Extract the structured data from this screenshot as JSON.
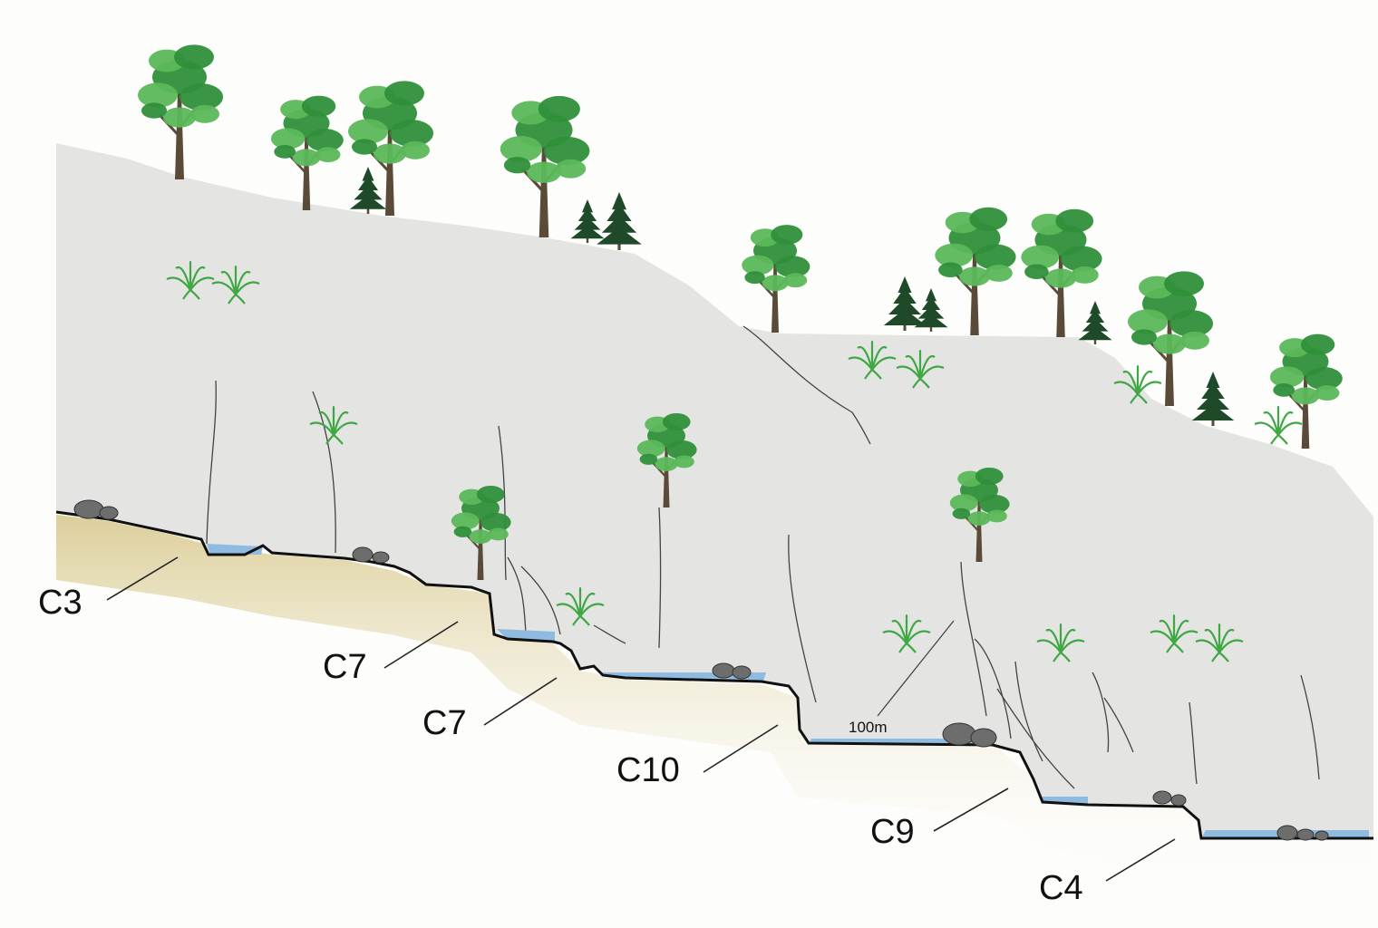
{
  "diagram": {
    "step_labels": [
      {
        "id": "c3",
        "text": "C3"
      },
      {
        "id": "c7a",
        "text": "C7"
      },
      {
        "id": "c7b",
        "text": "C7"
      },
      {
        "id": "c10",
        "text": "C10"
      },
      {
        "id": "c9",
        "text": "C9"
      },
      {
        "id": "c4",
        "text": "C4"
      }
    ],
    "scale_label": "100m",
    "colors": {
      "cliff": "#e4e4e2",
      "cliff_line": "#3a3a3a",
      "sand": "#e8dcb8",
      "water": "#8fbbe0",
      "canopy": "#2f8f3a",
      "canopy_light": "#5cb85a",
      "conifer": "#1f4a2a",
      "trunk": "#5a4a38",
      "rock": "#6d6d6d",
      "fern": "#3fa844"
    }
  }
}
